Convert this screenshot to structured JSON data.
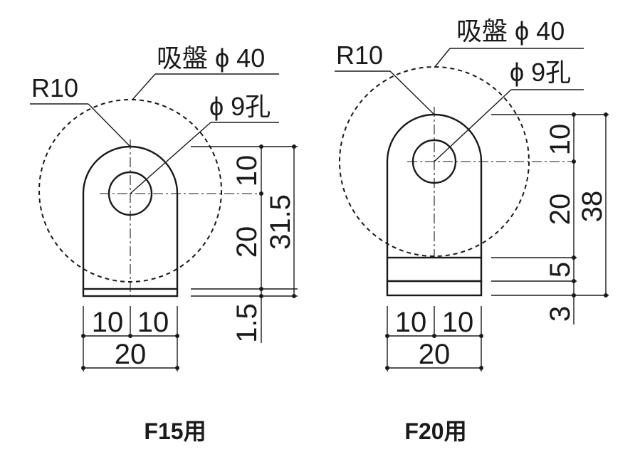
{
  "f15": {
    "label_suction": "吸盤 ϕ 40",
    "label_radius": "R10",
    "label_hole": "ϕ 9孔",
    "dim_top": "10",
    "dim_mid": "20",
    "dim_total": "31.5",
    "dim_base": "1.5",
    "dim_half_left": "10",
    "dim_half_right": "10",
    "dim_width": "20",
    "caption": "F15用"
  },
  "f20": {
    "label_suction": "吸盤 ϕ 40",
    "label_radius": "R10",
    "label_hole": "ϕ 9孔",
    "dim_top": "10",
    "dim_mid": "20",
    "dim_band": "5",
    "dim_base": "3",
    "dim_total": "38",
    "dim_half_left": "10",
    "dim_half_right": "10",
    "dim_width": "20",
    "caption": "F20用"
  }
}
